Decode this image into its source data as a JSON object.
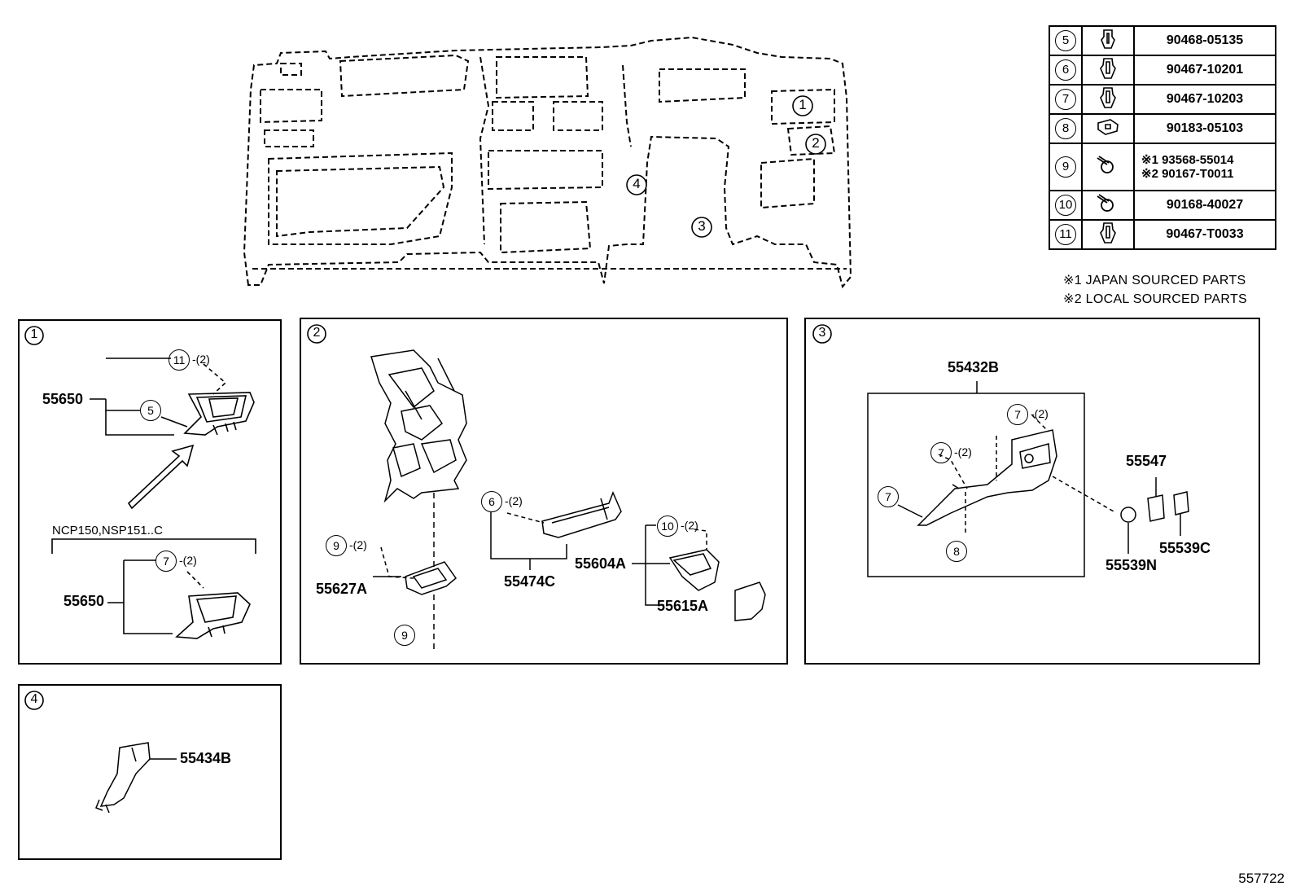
{
  "fastener_table": [
    {
      "ref": "5",
      "part": "90468-05135",
      "icon": "clip-icon"
    },
    {
      "ref": "6",
      "part": "90467-10201",
      "icon": "clip-icon"
    },
    {
      "ref": "7",
      "part": "90467-10203",
      "icon": "clip-icon"
    },
    {
      "ref": "8",
      "part": "90183-05103",
      "icon": "nut-icon"
    },
    {
      "ref": "9",
      "part_line1": "※1 93568-55014",
      "part_line2": "※2 90167-T0011",
      "icon": "screw-icon"
    },
    {
      "ref": "10",
      "part": "90168-40027",
      "icon": "screw-icon"
    },
    {
      "ref": "11",
      "part": "90467-T0033",
      "icon": "clip-icon"
    }
  ],
  "notes": [
    "※1 JAPAN SOURCED PARTS",
    "※2 LOCAL SOURCED PARTS"
  ],
  "overview_callouts": [
    "1",
    "2",
    "3",
    "4"
  ],
  "panel1": {
    "id": "1",
    "part_top": "55650",
    "part_bottom": "55650",
    "clip_top": "11",
    "clip_mid": "5",
    "clip_bottom": "7",
    "qty": "-(2)",
    "model_note": "NCP150,NSP151..C"
  },
  "panel2": {
    "id": "2",
    "parts": [
      "55627A",
      "55474C",
      "55604A",
      "55615A"
    ],
    "clip_9": "9",
    "clip_6": "6",
    "clip_10": "10",
    "qty": "-(2)"
  },
  "panel3": {
    "id": "3",
    "parts": [
      "55432B",
      "55547",
      "55539C",
      "55539N"
    ],
    "clip_7": "7",
    "clip_8": "8",
    "qty": "-(2)"
  },
  "panel4": {
    "id": "4",
    "part": "55434B"
  },
  "reference_number": "557722"
}
